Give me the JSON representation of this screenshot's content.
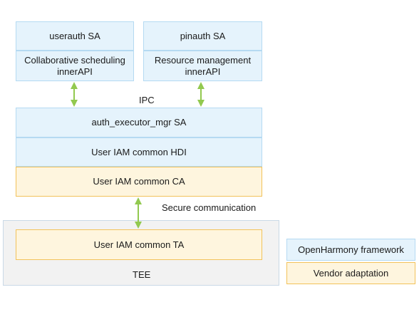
{
  "boxes": {
    "userauth_sa": "userauth SA",
    "collab_api": "Collaborative scheduling innerAPI",
    "pinauth_sa": "pinauth SA",
    "resource_api": "Resource management innerAPI",
    "executor_mgr": "auth_executor_mgr SA",
    "common_hdi": "User IAM  common HDI",
    "common_ca": "User IAM  common CA",
    "common_ta": "User IAM  common  TA"
  },
  "labels": {
    "ipc": "IPC",
    "secure": "Secure communication",
    "tee": "TEE"
  },
  "legend": {
    "framework": "OpenHarmony framework",
    "vendor": "Vendor adaptation"
  },
  "colors": {
    "framework_fill": "#e5f3fc",
    "vendor_fill": "#fef5de",
    "arrow": "#92c94f"
  }
}
